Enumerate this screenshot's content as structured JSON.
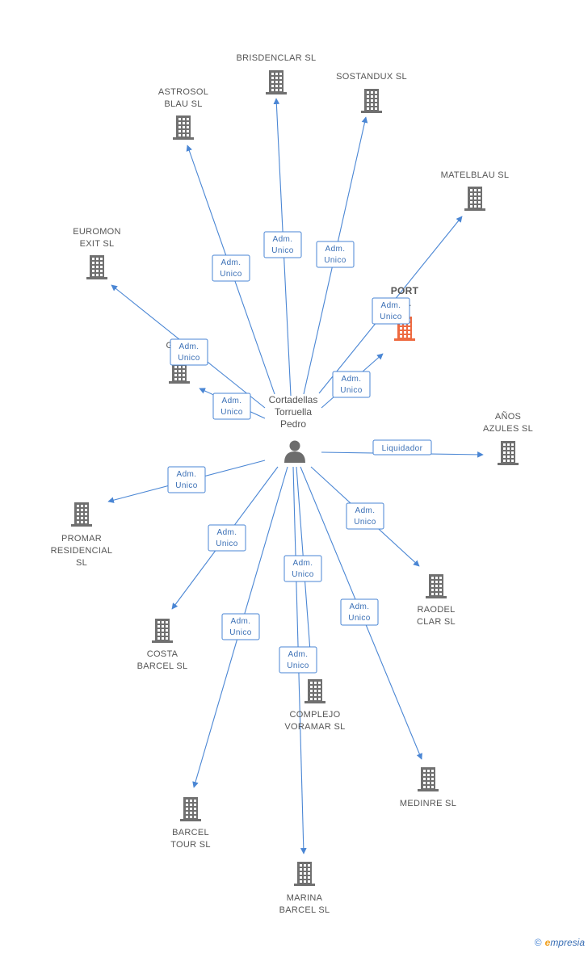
{
  "center": {
    "label_lines": [
      "Cortadellas",
      "Torruella",
      "Pedro"
    ],
    "icon": "person-icon"
  },
  "nodes": [
    {
      "id": "brisdenclar",
      "label_lines": [
        "BRISDENCLAR SL"
      ],
      "focus": false
    },
    {
      "id": "sostandux",
      "label_lines": [
        "SOSTANDUX SL"
      ],
      "focus": false
    },
    {
      "id": "astrosol",
      "label_lines": [
        "ASTROSOL",
        "BLAU SL"
      ],
      "focus": false
    },
    {
      "id": "matelblau",
      "label_lines": [
        "MATELBLAU SL"
      ],
      "focus": false
    },
    {
      "id": "euromon",
      "label_lines": [
        "EUROMON",
        "EXIT SL"
      ],
      "focus": false
    },
    {
      "id": "port",
      "label_lines": [
        "PORT",
        "SL"
      ],
      "focus": true
    },
    {
      "id": "grup",
      "label_lines": [
        "GRUP"
      ],
      "focus": false
    },
    {
      "id": "anos",
      "label_lines": [
        "AÑOS",
        "AZULES SL"
      ],
      "focus": false
    },
    {
      "id": "promar",
      "label_lines": [
        "PROMAR",
        "RESIDENCIAL",
        "SL"
      ],
      "focus": false
    },
    {
      "id": "raodel",
      "label_lines": [
        "RAODEL",
        "CLAR SL"
      ],
      "focus": false
    },
    {
      "id": "costa",
      "label_lines": [
        "COSTA",
        "BARCEL SL"
      ],
      "focus": false
    },
    {
      "id": "complejo",
      "label_lines": [
        "COMPLEJO",
        "VORAMAR SL"
      ],
      "focus": false
    },
    {
      "id": "medinre",
      "label_lines": [
        "MEDINRE SL"
      ],
      "focus": false
    },
    {
      "id": "barcel_tour",
      "label_lines": [
        "BARCEL",
        "TOUR SL"
      ],
      "focus": false
    },
    {
      "id": "marina",
      "label_lines": [
        "MARINA",
        "BARCEL SL"
      ],
      "focus": false
    }
  ],
  "edges": [
    {
      "to": "brisdenclar",
      "label_lines": [
        "Adm.",
        "Unico"
      ]
    },
    {
      "to": "sostandux",
      "label_lines": [
        "Adm.",
        "Unico"
      ]
    },
    {
      "to": "astrosol",
      "label_lines": [
        "Adm.",
        "Unico"
      ]
    },
    {
      "to": "matelblau",
      "label_lines": [
        "Adm.",
        "Unico"
      ]
    },
    {
      "to": "euromon",
      "label_lines": [
        "Adm.",
        "Unico"
      ]
    },
    {
      "to": "port",
      "label_lines": [
        "Adm.",
        "Unico"
      ]
    },
    {
      "to": "grup",
      "label_lines": [
        "Adm.",
        "Unico"
      ]
    },
    {
      "to": "anos",
      "label_lines": [
        "Liquidador"
      ]
    },
    {
      "to": "promar",
      "label_lines": [
        "Adm.",
        "Unico"
      ]
    },
    {
      "to": "raodel",
      "label_lines": [
        "Adm.",
        "Unico"
      ]
    },
    {
      "to": "costa",
      "label_lines": [
        "Adm.",
        "Unico"
      ]
    },
    {
      "to": "complejo",
      "label_lines": [
        "Adm.",
        "Unico"
      ]
    },
    {
      "to": "medinre",
      "label_lines": [
        "Adm.",
        "Unico"
      ]
    },
    {
      "to": "barcel_tour",
      "label_lines": [
        "Adm.",
        "Unico"
      ]
    },
    {
      "to": "marina",
      "label_lines": [
        "Adm.",
        "Unico"
      ]
    }
  ],
  "colors": {
    "edge": "#4a86d4",
    "building": "#707070",
    "focus_building": "#ee6a40"
  },
  "footer": {
    "copyright": "©",
    "brand_initial": "e",
    "brand_rest": "mpresia"
  }
}
